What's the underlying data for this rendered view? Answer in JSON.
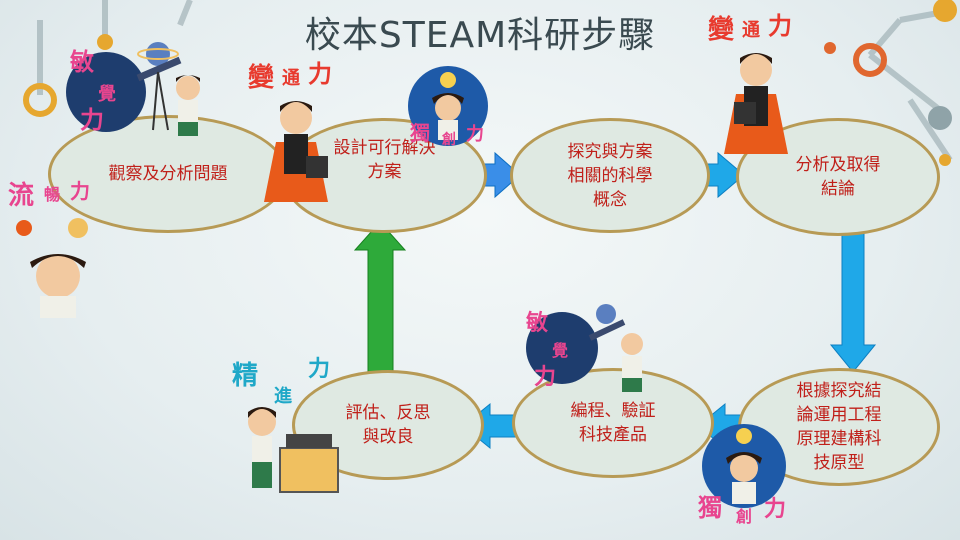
{
  "title": "校本STEAM科研步驟",
  "steps": [
    "觀察及分析問題",
    "設計可行解決\n方案",
    "探究與方案\n相關的科學\n概念",
    "分析及取得\n結論",
    "根據探究結\n論運用工程\n原理建構科\n技原型",
    "編程、驗証\n科技產品",
    "評估、反思\n與改良"
  ],
  "badges": {
    "sensitivity": [
      "敏",
      "覺",
      "力"
    ],
    "flexibility": [
      "變",
      "通",
      "力"
    ],
    "originality": [
      "獨",
      "創",
      "力"
    ],
    "fluency": [
      "流",
      "暢",
      "力"
    ],
    "elaboration": [
      "精",
      "進",
      "力"
    ]
  },
  "colors": {
    "node_fill": "#dfe9e2",
    "node_border": "#b79a55",
    "node_text": "#c0201a",
    "arrow_blue": "#1fa8e8",
    "arrow_green": "#1f9e3c",
    "title": "#3a4a50"
  }
}
